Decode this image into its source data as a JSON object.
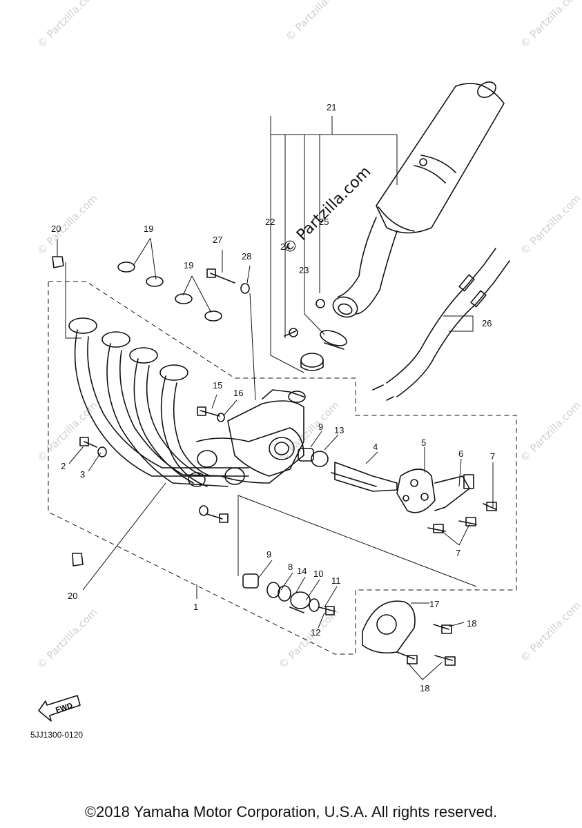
{
  "diagram": {
    "reference_code": "5JJ1300-0120",
    "direction_label": "FWD",
    "copyright": "©2018 Yamaha Motor Corporation, U.S.A. All rights reserved.",
    "watermark": "© Partzilla.com",
    "center_watermark": "© Partzilla.com",
    "callouts": {
      "c1": "1",
      "c2": "2",
      "c3": "3",
      "c4": "4",
      "c5": "5",
      "c6": "6",
      "c7a": "7",
      "c7b": "7",
      "c8": "8",
      "c9a": "9",
      "c9b": "9",
      "c10": "10",
      "c11": "11",
      "c12": "12",
      "c13": "13",
      "c14": "14",
      "c15": "15",
      "c16": "16",
      "c17": "17",
      "c18a": "18",
      "c18b": "18",
      "c19a": "19",
      "c19b": "19",
      "c20a": "20",
      "c20b": "20",
      "c21": "21",
      "c22": "22",
      "c23": "23",
      "c24": "24",
      "c25": "25",
      "c26": "26",
      "c27": "27",
      "c28": "28"
    }
  }
}
